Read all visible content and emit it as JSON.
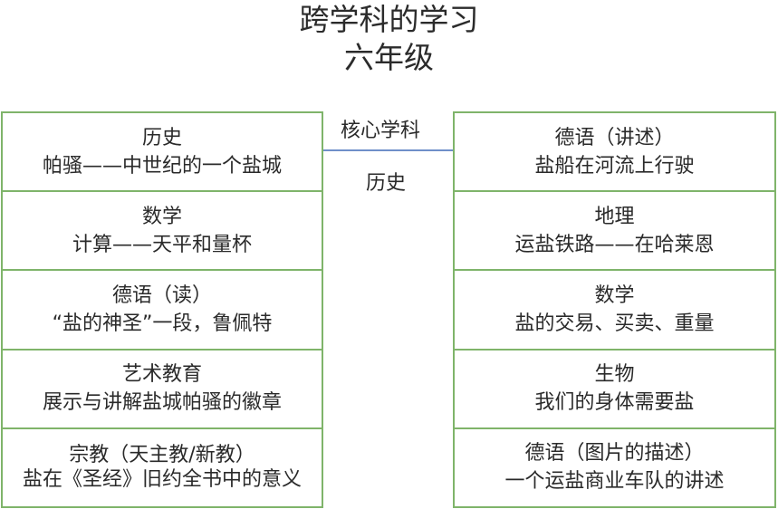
{
  "title": {
    "line1": "跨学科的学习",
    "line2": "六年级"
  },
  "core": {
    "label": "核心学科",
    "subject": "历史"
  },
  "colors": {
    "box_border": "#7fb46a",
    "connector": "#6f8fc9"
  },
  "left_boxes": [
    {
      "heading": "历史",
      "detail": "帕骚——中世纪的一个盐城"
    },
    {
      "heading": "数学",
      "detail": "计算——天平和量杯"
    },
    {
      "heading": "德语（读）",
      "detail": "“盐的神圣”一段，鲁佩特"
    },
    {
      "heading": "艺术教育",
      "detail": "展示与讲解盐城帕骚的徽章"
    },
    {
      "heading": "宗教（天主教/新教）",
      "detail": "盐在《圣经》旧约全书中的意义"
    }
  ],
  "right_boxes": [
    {
      "heading": "德语（讲述）",
      "detail": "盐船在河流上行驶"
    },
    {
      "heading": "地理",
      "detail": "运盐铁路——在哈莱恩"
    },
    {
      "heading": "数学",
      "detail": "盐的交易、买卖、重量"
    },
    {
      "heading": "生物",
      "detail": "我们的身体需要盐"
    },
    {
      "heading": "德语（图片的描述）",
      "detail": "一个运盐商业车队的讲述"
    }
  ]
}
